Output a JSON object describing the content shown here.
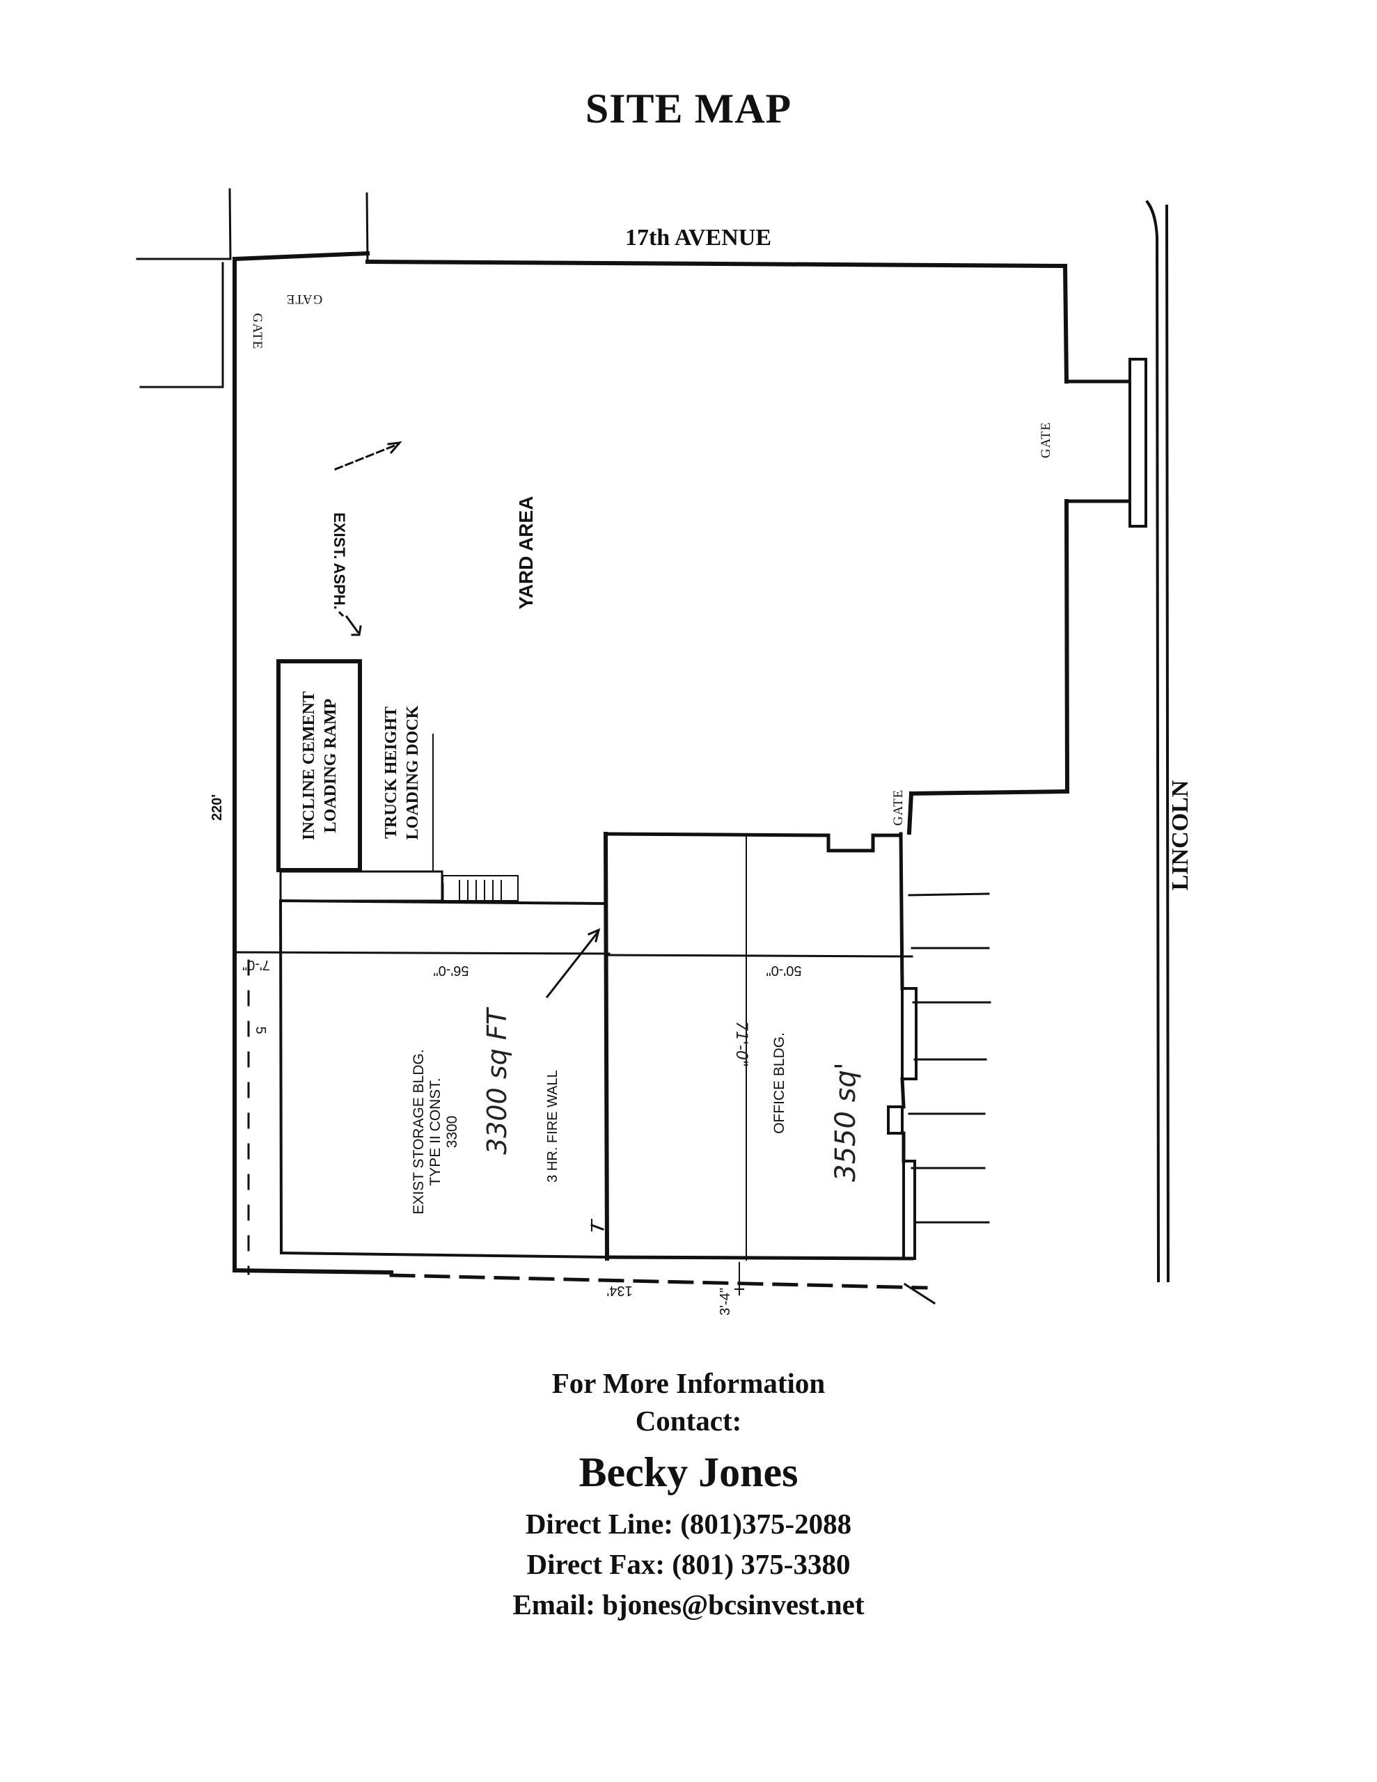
{
  "title": "SITE MAP",
  "streets": {
    "top": "17th AVENUE",
    "right": "LINCOLN"
  },
  "gates": {
    "top_left": "GATE",
    "left": "GATE",
    "right": "GATE",
    "lower": "GATE"
  },
  "labels": {
    "exist_asph": "EXIST. ASPH.",
    "yard_area": "YARD AREA",
    "ramp_line1": "INCLINE CEMENT",
    "ramp_line2": "LOADING RAMP",
    "dock_line1": "TRUCK HEIGHT",
    "dock_line2": "LOADING DOCK",
    "storage_line1": "EXIST STORAGE BLDG.",
    "storage_line2": "TYPE II CONST.",
    "storage_line3": "3300",
    "storage_area": "3300 sq FT",
    "fire_wall": "3 HR. FIRE WALL",
    "office_bldg": "OFFICE BLDG.",
    "office_area": "3550 sq'"
  },
  "dimensions": {
    "lot_depth": "220'",
    "left_offset": "7'-0\"",
    "left_gap": "5",
    "storage_width": "56'-0\"",
    "office_width": "50'-0\"",
    "office_depth": "71'-0\"",
    "lot_width": "134'",
    "bottom_offset": "3'-4\""
  },
  "contact": {
    "heading1": "For More Information",
    "heading2": "Contact:",
    "name": "Becky Jones",
    "phone_label": "Direct Line:",
    "phone": "(801)375-2088",
    "fax_label": "Direct Fax:",
    "fax": "(801) 375-3380",
    "email_label": "Email:",
    "email": "bjones@bcsinvest.net"
  }
}
